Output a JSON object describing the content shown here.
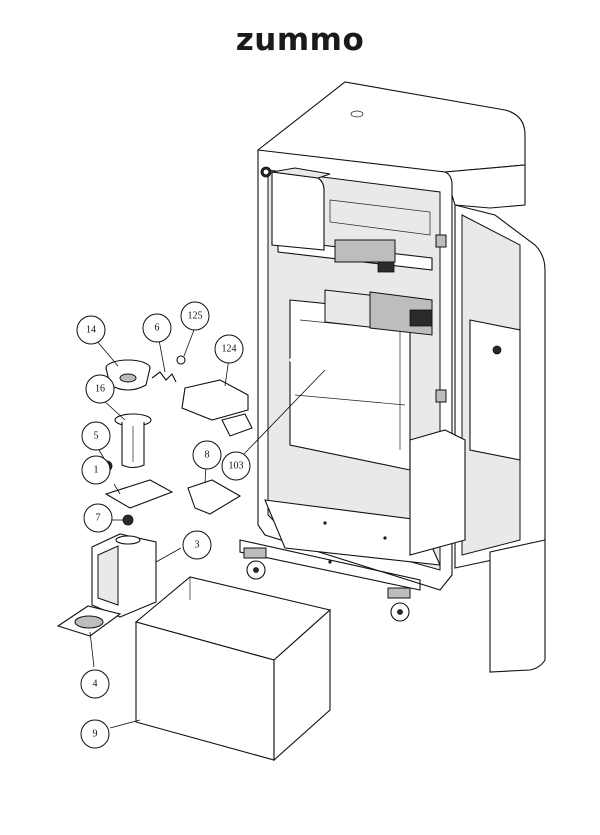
{
  "brand": "zummo",
  "callouts": [
    "14",
    "6",
    "125",
    "124",
    "16",
    "5",
    "1",
    "8",
    "103",
    "7",
    "3",
    "4",
    "9"
  ]
}
